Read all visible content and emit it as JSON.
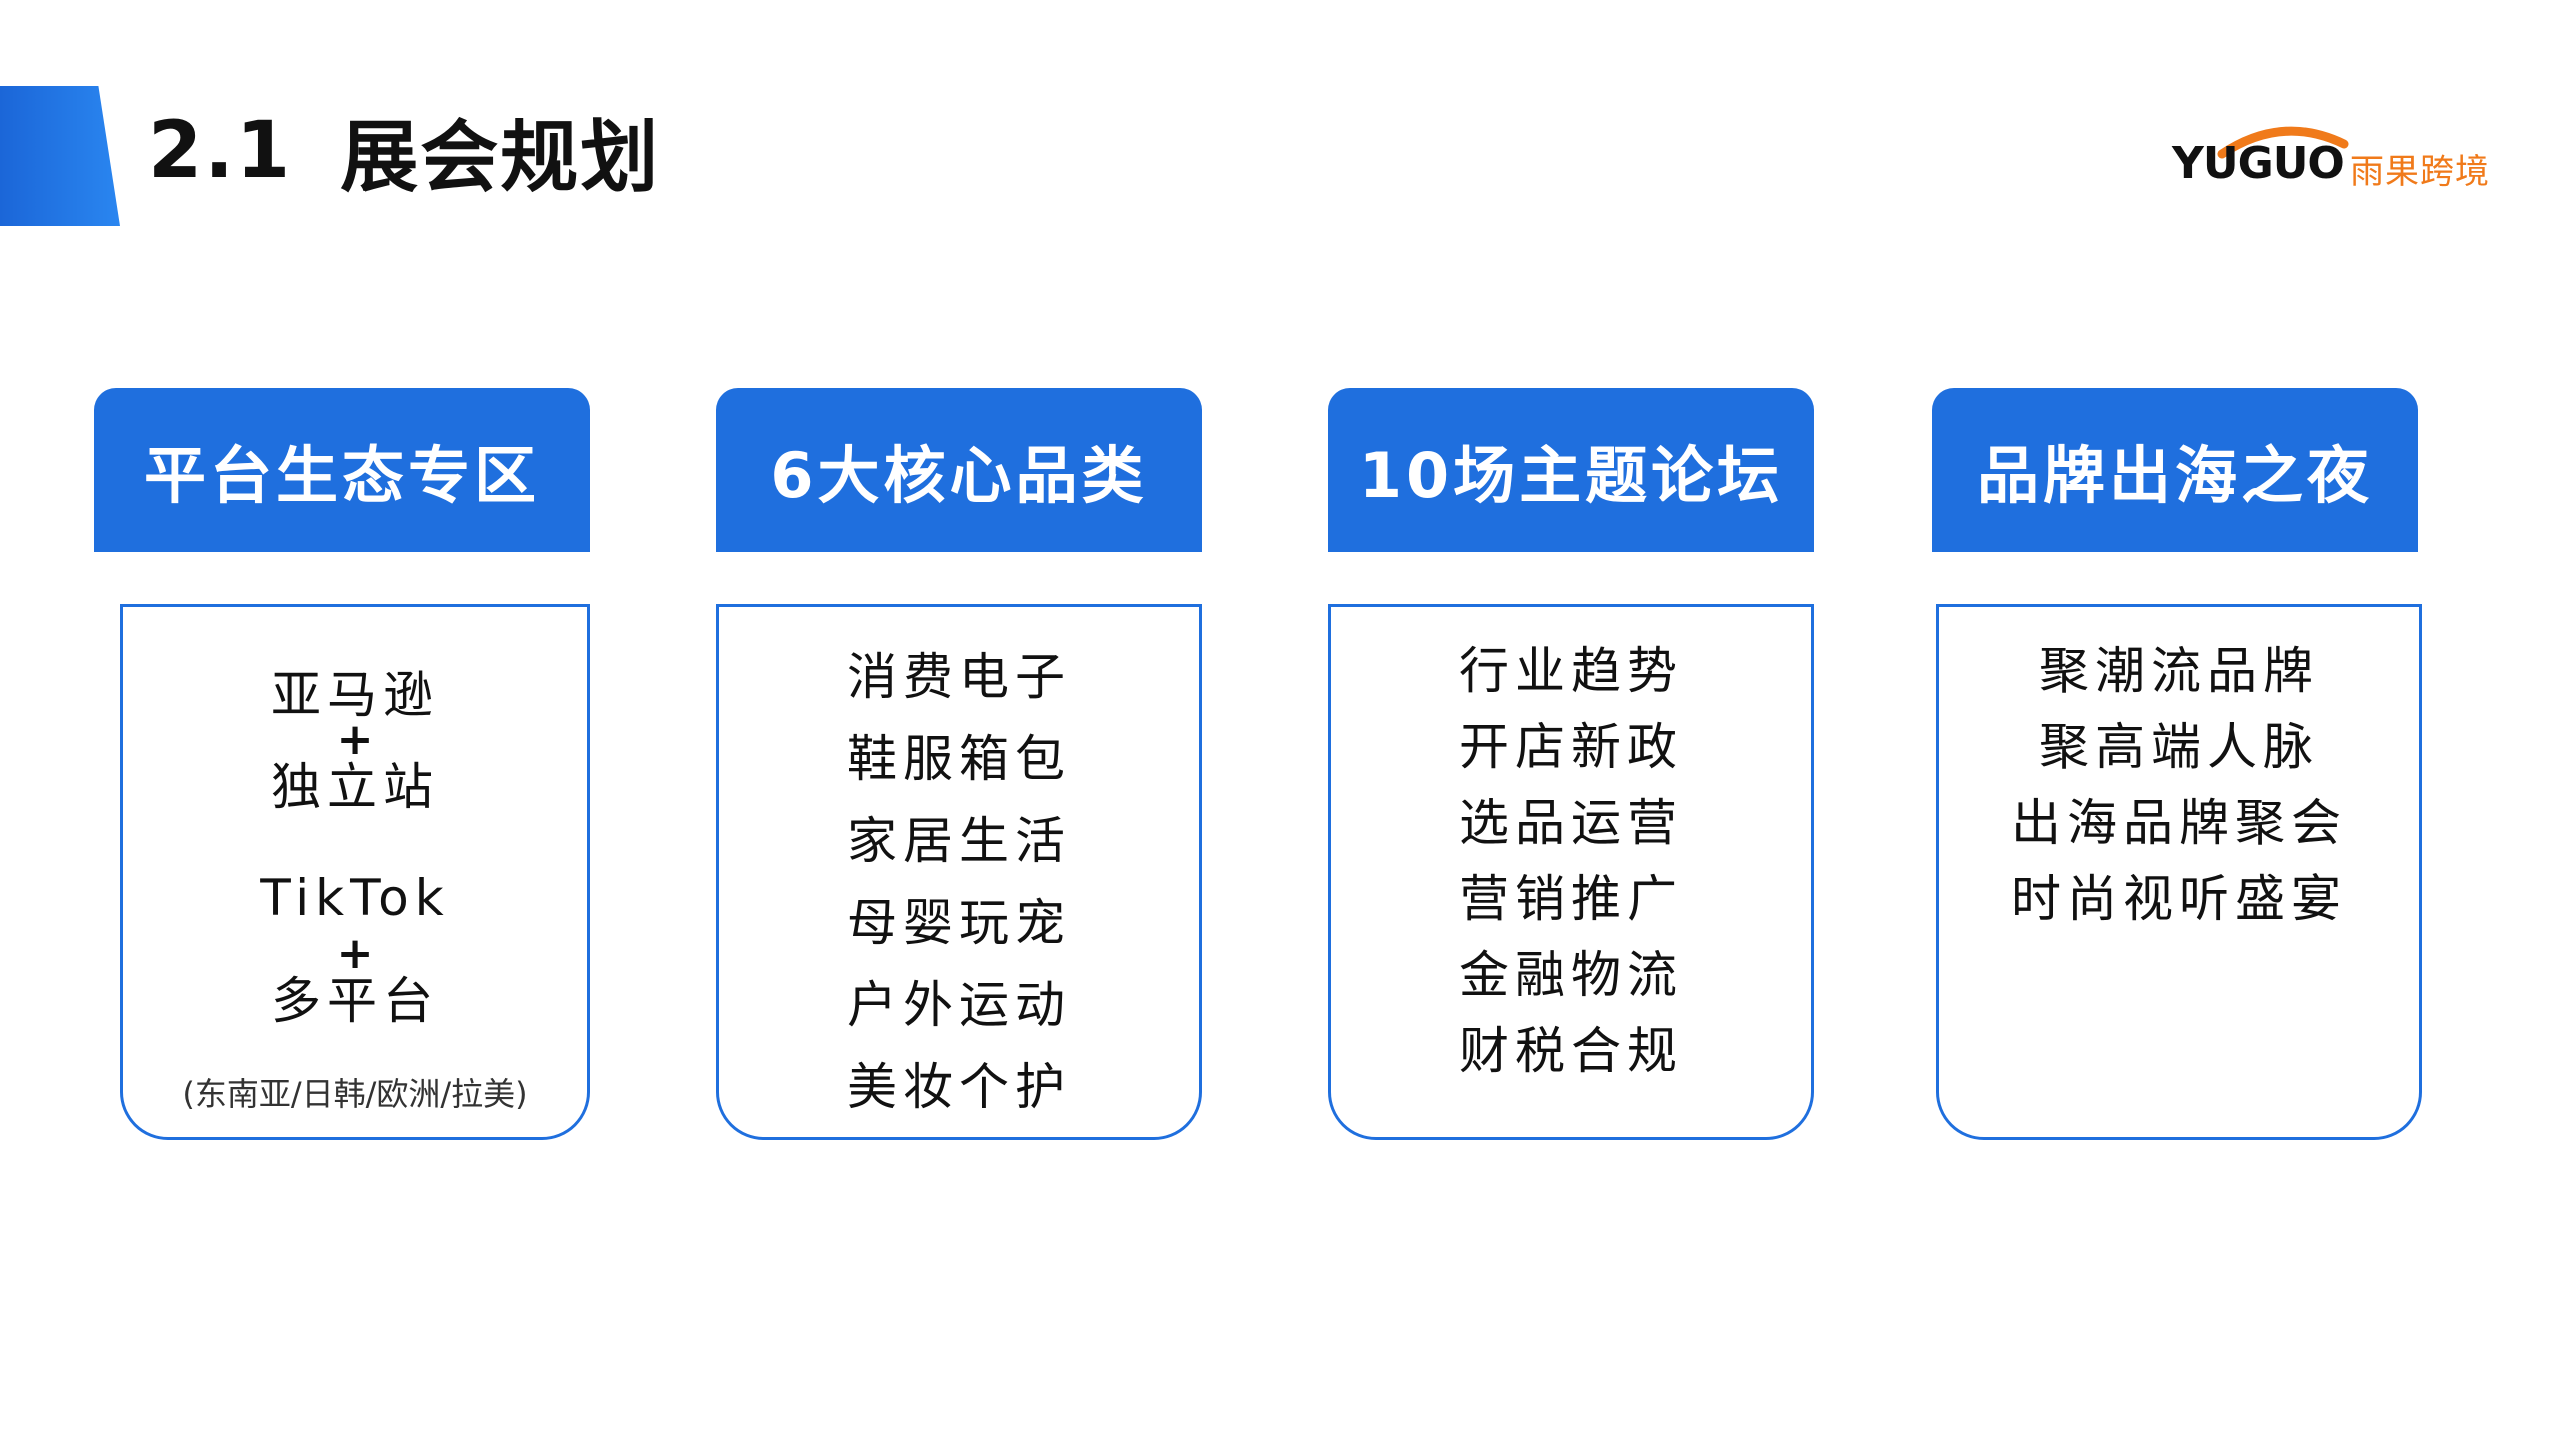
{
  "header": {
    "section_number": "2.1",
    "title": "展会规划"
  },
  "logo": {
    "text": "YUGUO",
    "cn": "雨果跨境",
    "accent_color": "#f07a1a"
  },
  "colors": {
    "primary": "#1f6fde",
    "text": "#111111"
  },
  "columns": [
    {
      "title": "平台生态专区",
      "platform_1": "亚马逊",
      "plus_1": "+",
      "platform_2": "独立站",
      "platform_3": "TikTok",
      "plus_2": "+",
      "platform_4": "多平台",
      "note": "(东南亚/日韩/欧洲/拉美)"
    },
    {
      "title": "6大核心品类",
      "items": [
        "消费电子",
        "鞋服箱包",
        "家居生活",
        "母婴玩宠",
        "户外运动",
        "美妆个护"
      ]
    },
    {
      "title": "10场主题论坛",
      "items": [
        "行业趋势",
        "开店新政",
        "选品运营",
        "营销推广",
        "金融物流",
        "财税合规"
      ]
    },
    {
      "title": "品牌出海之夜",
      "items": [
        "聚潮流品牌",
        "聚高端人脉",
        "出海品牌聚会",
        "时尚视听盛宴"
      ]
    }
  ]
}
